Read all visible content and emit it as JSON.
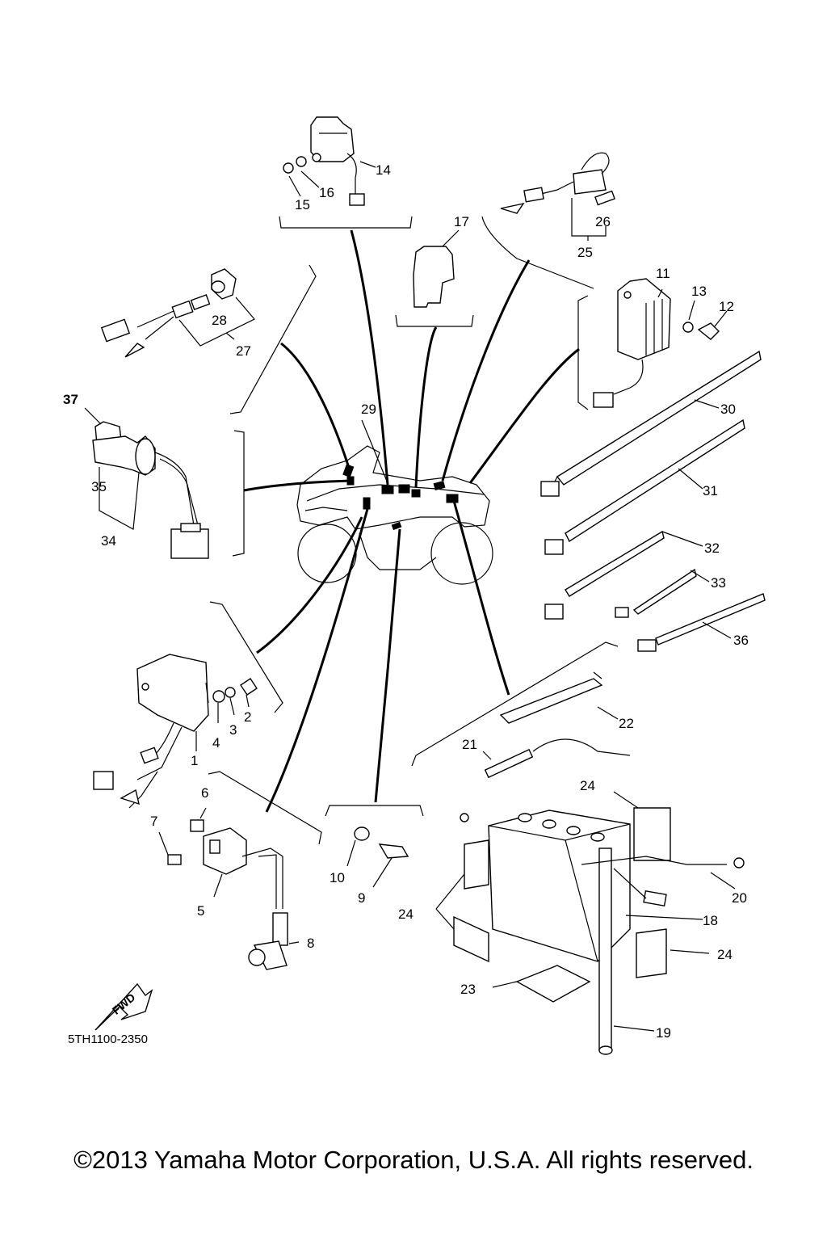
{
  "diagram_code": "5TH1100-2350",
  "fwd_label": "FWD",
  "copyright": "©2013 Yamaha Motor Corporation, U.S.A. All rights reserved.",
  "callouts": {
    "c1": "1",
    "c2": "2",
    "c3": "3",
    "c4": "4",
    "c5": "5",
    "c6": "6",
    "c7": "7",
    "c8": "8",
    "c9": "9",
    "c10": "10",
    "c11": "11",
    "c12": "12",
    "c13": "13",
    "c14": "14",
    "c15": "15",
    "c16": "16",
    "c17": "17",
    "c18": "18",
    "c19": "19",
    "c20": "20",
    "c21": "21",
    "c22": "22",
    "c23": "23",
    "c24a": "24",
    "c24b": "24",
    "c24c": "24",
    "c25": "25",
    "c26": "26",
    "c27": "27",
    "c28": "28",
    "c29": "29",
    "c30": "30",
    "c31": "31",
    "c32": "32",
    "c33": "33",
    "c34": "34",
    "c35": "35",
    "c36": "36",
    "c37": "37"
  }
}
